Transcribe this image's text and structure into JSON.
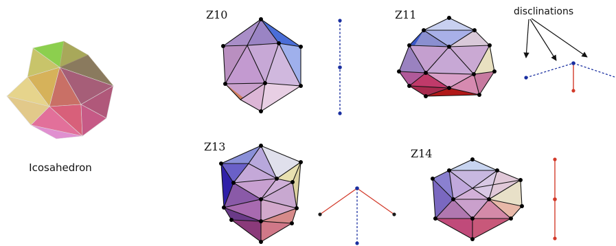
{
  "figure": {
    "icosahedron_label": "Icosahedron",
    "panels": [
      {
        "label": "Z10",
        "disclination_color": "#1a2fa0",
        "disclination_style": "dashed-vertical"
      },
      {
        "label": "Z11",
        "annotation": "disclinations",
        "disclination_colors": [
          "#1a2fa0",
          "#d23a2a"
        ]
      },
      {
        "label": "Z13",
        "disclination_colors": [
          "#d23a2a",
          "#1a2fa0"
        ]
      },
      {
        "label": "Z14",
        "disclination_color": "#d23a2a",
        "disclination_style": "solid-vertical"
      }
    ]
  }
}
